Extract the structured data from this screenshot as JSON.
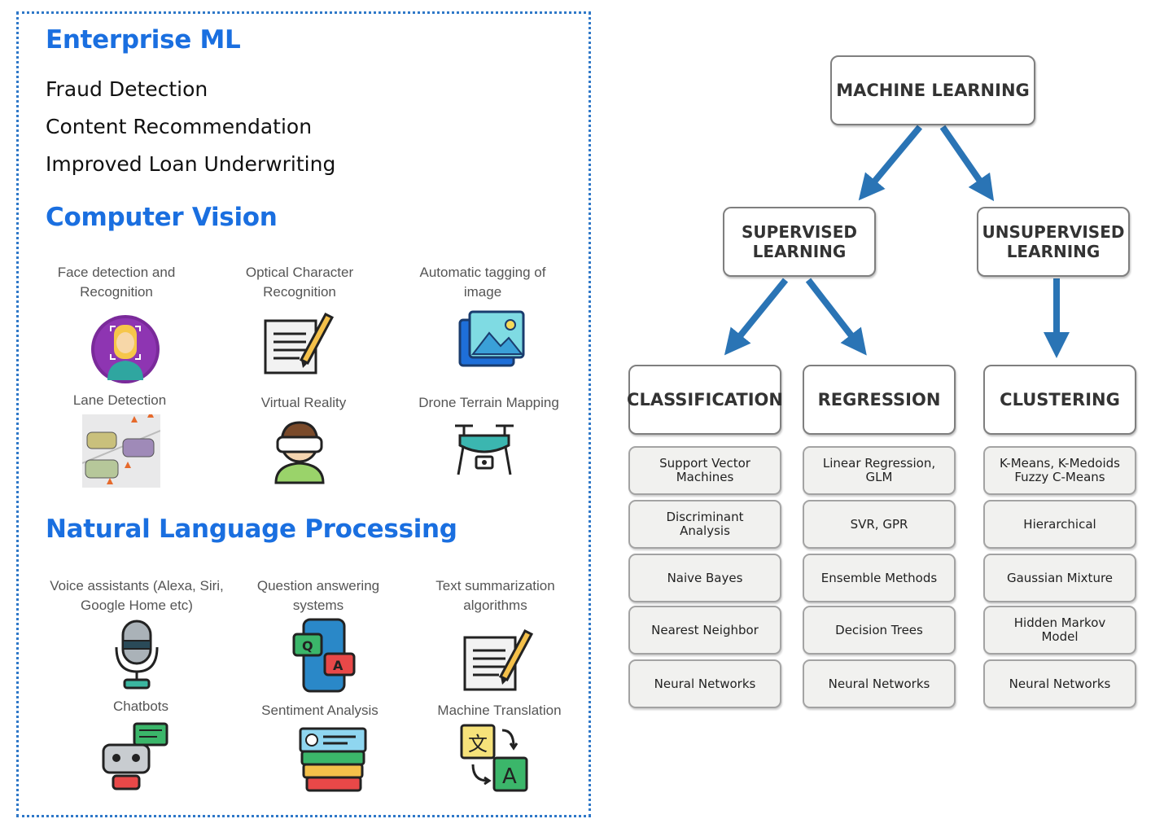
{
  "enterprise": {
    "title": "Enterprise ML",
    "items": [
      "Fraud Detection",
      "Content Recommendation",
      "Improved Loan Underwriting"
    ]
  },
  "cv": {
    "title": "Computer Vision",
    "items": [
      {
        "label": "Face detection and\nRecognition",
        "icon": "face-recognition-icon"
      },
      {
        "label": "Optical Character\nRecognition",
        "icon": "document-pencil-icon"
      },
      {
        "label": "Automatic tagging of\nimage",
        "icon": "image-gallery-icon"
      },
      {
        "label": "Lane Detection",
        "icon": "traffic-cars-icon"
      },
      {
        "label": "Virtual Reality",
        "icon": "vr-headset-icon"
      },
      {
        "label": "Drone Terrain Mapping",
        "icon": "drone-icon"
      }
    ]
  },
  "nlp": {
    "title": "Natural Language Processing",
    "items": [
      {
        "label": "Voice assistants (Alexa, Siri,\nGoogle Home etc)",
        "icon": "microphone-icon"
      },
      {
        "label": "Question answering\nsystems",
        "icon": "qa-phone-icon"
      },
      {
        "label": "Text summarization\nalgorithms",
        "icon": "document-pencil-icon"
      },
      {
        "label": "Chatbots",
        "icon": "robot-chat-icon"
      },
      {
        "label": "Sentiment Analysis",
        "icon": "stacked-cards-icon"
      },
      {
        "label": "Machine Translation",
        "icon": "translate-icon"
      }
    ]
  },
  "diagram": {
    "root": "MACHINE LEARNING",
    "supervised": "SUPERVISED\nLEARNING",
    "unsupervised": "UNSUPERVISED\nLEARNING",
    "categories": [
      {
        "name": "CLASSIFICATION",
        "items": [
          "Support Vector\nMachines",
          "Discriminant\nAnalysis",
          "Naive Bayes",
          "Nearest Neighbor",
          "Neural Networks"
        ]
      },
      {
        "name": "REGRESSION",
        "items": [
          "Linear Regression,\nGLM",
          "SVR, GPR",
          "Ensemble Methods",
          "Decision Trees",
          "Neural Networks"
        ]
      },
      {
        "name": "CLUSTERING",
        "items": [
          "K-Means, K-Medoids\nFuzzy C-Means",
          "Hierarchical",
          "Gaussian Mixture",
          "Hidden Markov\nModel",
          "Neural Networks"
        ]
      }
    ],
    "arrow_color": "#2a74b5"
  },
  "colors": {
    "heading": "#1a6fe0",
    "border": "#2f78c8"
  }
}
